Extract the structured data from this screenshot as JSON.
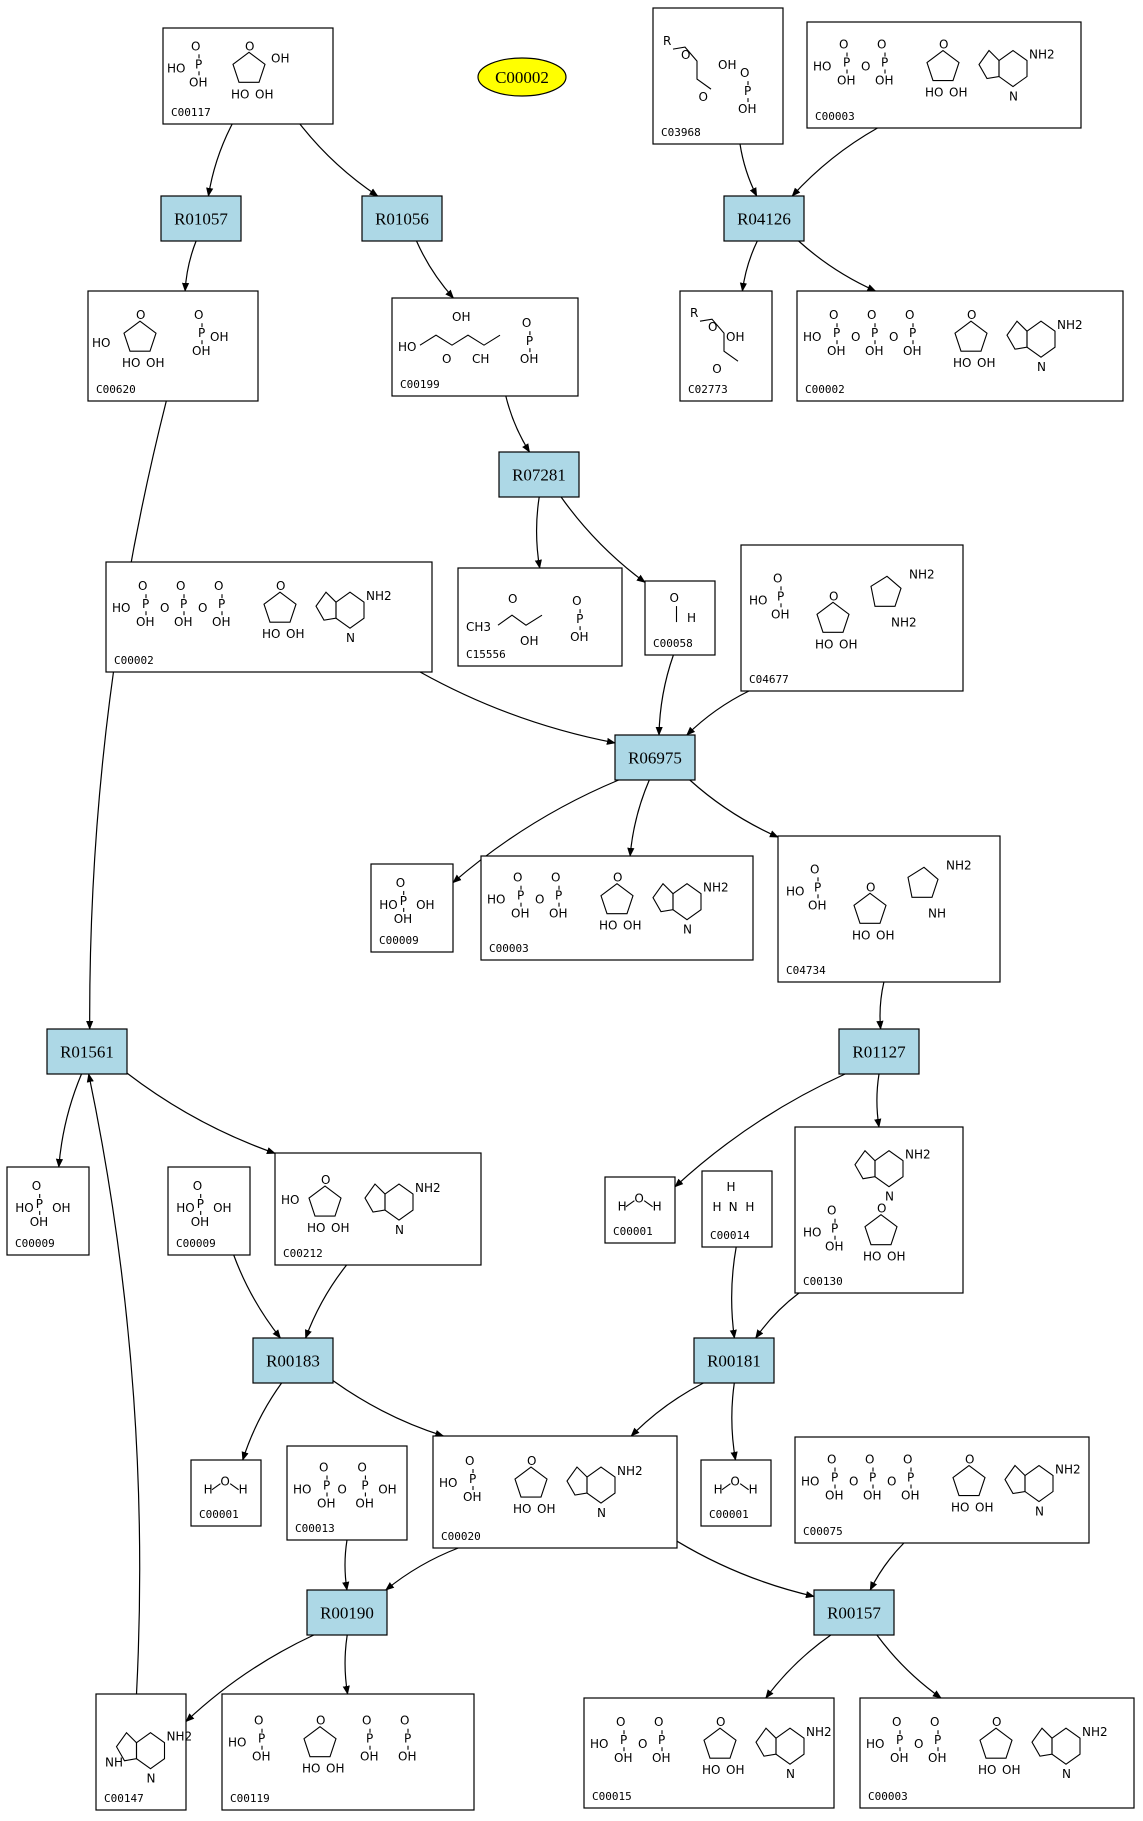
{
  "highlight": {
    "label": "C00002",
    "color": "#ffff00"
  },
  "reactions": [
    {
      "id": "r01057",
      "label": "R01057"
    },
    {
      "id": "r01056",
      "label": "R01056"
    },
    {
      "id": "r04126",
      "label": "R04126"
    },
    {
      "id": "r07281",
      "label": "R07281"
    },
    {
      "id": "r06975",
      "label": "R06975"
    },
    {
      "id": "r01561",
      "label": "R01561"
    },
    {
      "id": "r01127",
      "label": "R01127"
    },
    {
      "id": "r00183",
      "label": "R00183"
    },
    {
      "id": "r00181",
      "label": "R00181"
    },
    {
      "id": "r00190",
      "label": "R00190"
    },
    {
      "id": "r00157",
      "label": "R00157"
    }
  ],
  "compounds": [
    {
      "id": "c00117",
      "label": "C00117"
    },
    {
      "id": "c03968",
      "label": "C03968"
    },
    {
      "id": "c00003a",
      "label": "C00003"
    },
    {
      "id": "c00620",
      "label": "C00620"
    },
    {
      "id": "c00199",
      "label": "C00199"
    },
    {
      "id": "c02773",
      "label": "C02773"
    },
    {
      "id": "c00002a",
      "label": "C00002"
    },
    {
      "id": "c00002b",
      "label": "C00002"
    },
    {
      "id": "c15556",
      "label": "C15556"
    },
    {
      "id": "c00058",
      "label": "C00058"
    },
    {
      "id": "c04677",
      "label": "C04677"
    },
    {
      "id": "c00009a",
      "label": "C00009"
    },
    {
      "id": "c00003b",
      "label": "C00003"
    },
    {
      "id": "c04734",
      "label": "C04734"
    },
    {
      "id": "c00009b",
      "label": "C00009"
    },
    {
      "id": "c00009c",
      "label": "C00009"
    },
    {
      "id": "c00212",
      "label": "C00212"
    },
    {
      "id": "c00001a",
      "label": "C00001"
    },
    {
      "id": "c00014",
      "label": "C00014"
    },
    {
      "id": "c00130",
      "label": "C00130"
    },
    {
      "id": "c00001b",
      "label": "C00001"
    },
    {
      "id": "c00013",
      "label": "C00013"
    },
    {
      "id": "c00020",
      "label": "C00020"
    },
    {
      "id": "c00001c",
      "label": "C00001"
    },
    {
      "id": "c00075",
      "label": "C00075"
    },
    {
      "id": "c00147",
      "label": "C00147"
    },
    {
      "id": "c00119",
      "label": "C00119"
    },
    {
      "id": "c00015",
      "label": "C00015"
    },
    {
      "id": "c00003c",
      "label": "C00003"
    }
  ],
  "atom_labels": {
    "oh": "OH",
    "ho": "HO",
    "p": "P",
    "o": "O",
    "nh2": "NH2",
    "n": "N",
    "h": "H",
    "r": "R",
    "ch3": "CH3",
    "nh": "NH",
    "ch": "CH"
  }
}
